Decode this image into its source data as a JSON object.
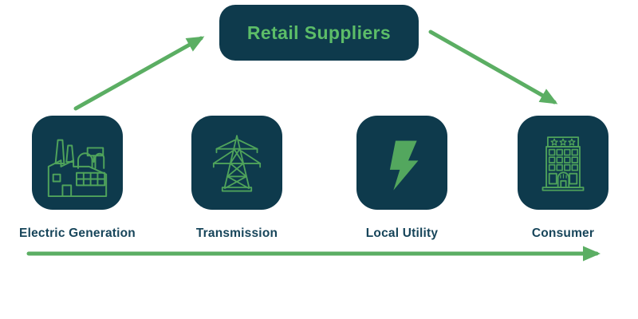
{
  "title": "Retail Suppliers",
  "stages": [
    {
      "label": "Electric Generation",
      "icon": "factory-icon"
    },
    {
      "label": "Transmission",
      "icon": "transmission-tower-icon"
    },
    {
      "label": "Local Utility",
      "icon": "lightning-bolt-icon"
    },
    {
      "label": "Consumer",
      "icon": "building-icon"
    }
  ],
  "arrows": [
    {
      "from": "Electric Generation",
      "to": "Retail Suppliers",
      "direction": "up-right"
    },
    {
      "from": "Retail Suppliers",
      "to": "Consumer",
      "direction": "down-right"
    },
    {
      "from": "Electric Generation",
      "to": "Consumer",
      "direction": "right"
    }
  ],
  "colors": {
    "box_background": "#0e3a4c",
    "title_green": "#5cbd68",
    "arrow_green": "#5bae63",
    "icon_green": "#4fa35b",
    "bolt_green": "#53a75e",
    "label_text": "#17455a",
    "page_background": "#ffffff"
  }
}
